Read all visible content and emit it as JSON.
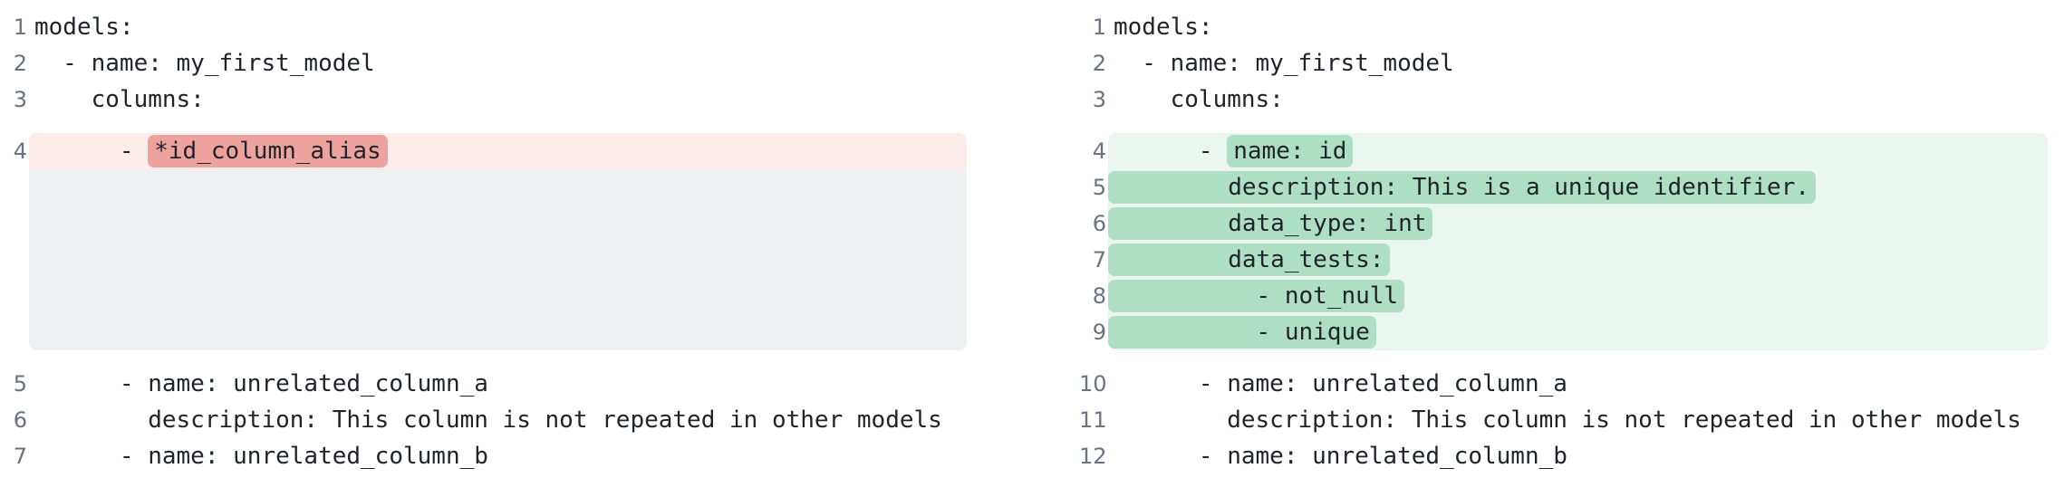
{
  "colors": {
    "text": "#1f242b",
    "line_number": "#6a7382",
    "removed_line_bg": "#fcecea",
    "removed_word_bg": "#eea29e",
    "added_line_bg": "#eaf6ef",
    "added_word_bg": "#aedec4",
    "collapsed_region_bg": "#eef0f2"
  },
  "left_pane": {
    "pre_lines": [
      {
        "num": "1",
        "text": "models:"
      },
      {
        "num": "2",
        "text": "  - name: my_first_model"
      },
      {
        "num": "3",
        "text": "    columns:"
      }
    ],
    "removed_line": {
      "num": "4",
      "prefix": "      - ",
      "highlight": "*id_column_alias"
    },
    "collapsed_line_count": 5,
    "post_lines": [
      {
        "num": "5",
        "text": "      - name: unrelated_column_a"
      },
      {
        "num": "6",
        "text": "        description: This column is not repeated in other models"
      },
      {
        "num": "7",
        "text": "      - name: unrelated_column_b"
      }
    ]
  },
  "right_pane": {
    "pre_lines": [
      {
        "num": "1",
        "text": "models:"
      },
      {
        "num": "2",
        "text": "  - name: my_first_model"
      },
      {
        "num": "3",
        "text": "    columns:"
      }
    ],
    "added_lines": [
      {
        "num": "4",
        "prefix": "      - ",
        "highlight": "name: id"
      },
      {
        "num": "5",
        "highlight": "        description: This is a unique identifier."
      },
      {
        "num": "6",
        "highlight": "        data_type: int"
      },
      {
        "num": "7",
        "highlight": "        data_tests:"
      },
      {
        "num": "8",
        "highlight": "          - not_null"
      },
      {
        "num": "9",
        "highlight": "          - unique"
      }
    ],
    "post_lines": [
      {
        "num": "10",
        "text": "      - name: unrelated_column_a"
      },
      {
        "num": "11",
        "text": "        description: This column is not repeated in other models"
      },
      {
        "num": "12",
        "text": "      - name: unrelated_column_b"
      }
    ]
  }
}
